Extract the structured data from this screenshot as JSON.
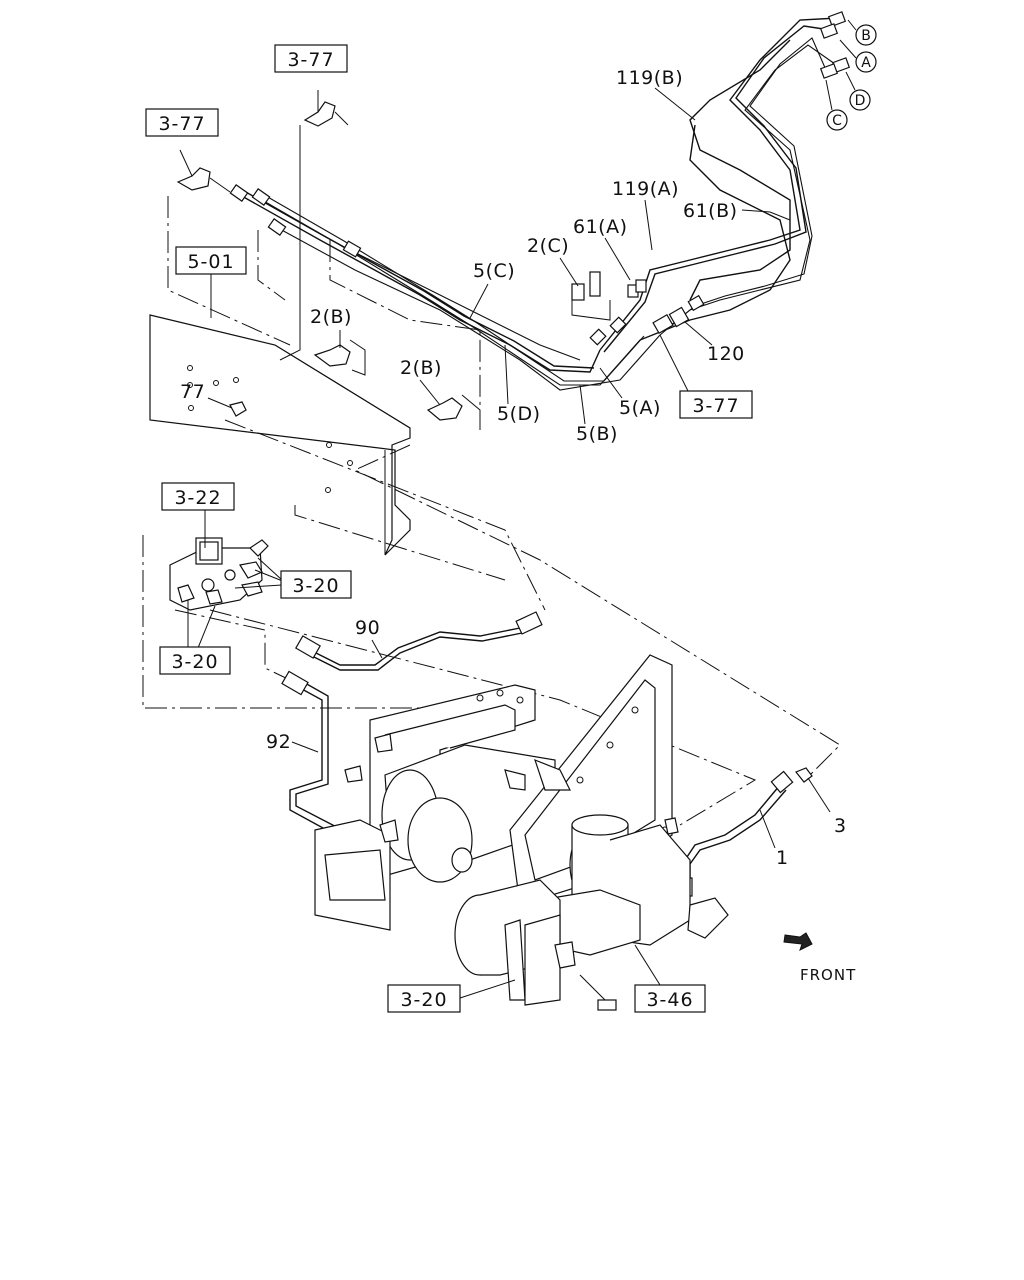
{
  "diagram": {
    "refs": {
      "r1": "3-77",
      "r2": "3-77",
      "r3": "5-01",
      "r4": "3-77",
      "r5": "3-22",
      "r6": "3-20",
      "r7": "3-20",
      "r8": "3-20",
      "r9": "3-46"
    },
    "labels": {
      "l_119b": "119(B)",
      "l_119a": "119(A)",
      "l_61a": "61(A)",
      "l_61b": "61(B)",
      "l_2c": "2(C)",
      "l_5c": "5(C)",
      "l_120": "120",
      "l_2b_1": "2(B)",
      "l_2b_2": "2(B)",
      "l_77": "77",
      "l_5d": "5(D)",
      "l_5a": "5(A)",
      "l_5b": "5(B)",
      "l_90": "90",
      "l_92": "92",
      "l_3": "3",
      "l_1": "1"
    },
    "circles": {
      "c_b": "B",
      "c_a": "A",
      "c_d": "D",
      "c_c": "C"
    },
    "front_label": "FRONT"
  }
}
